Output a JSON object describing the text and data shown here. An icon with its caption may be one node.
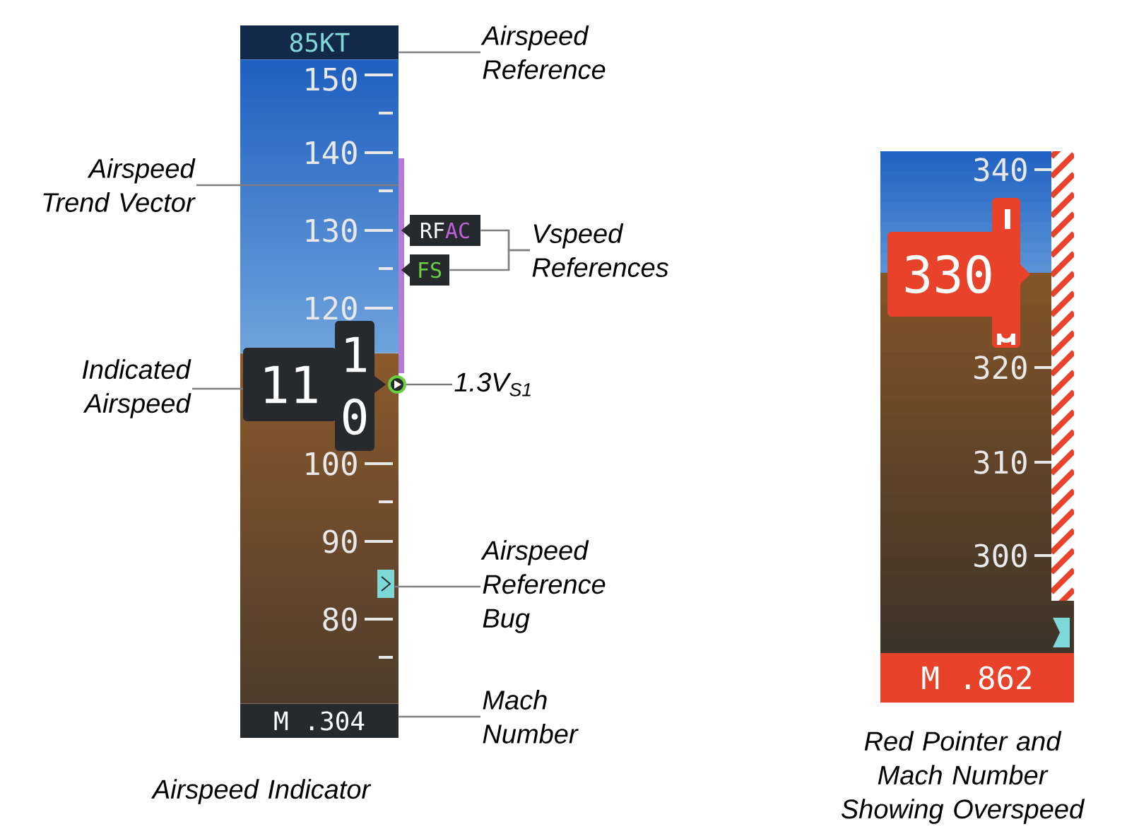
{
  "diagram": {
    "nodes": [
      {
        "text": [
          "Airspeed Reference"
        ]
      },
      {
        "text": [
          "85KT"
        ]
      },
      {
        "text": [
          "Airspeed Trend Vector"
        ]
      },
      {
        "text": [],
        "shape": "bar"
      },
      {
        "text": [
          "Vspeed References"
        ]
      },
      {
        "text": [
          "RF",
          "AC"
        ]
      },
      {
        "text": [
          "FS"
        ]
      },
      {
        "text": [
          "Indicated Airspeed"
        ]
      },
      {
        "text": [
          "11",
          "1",
          "0"
        ]
      },
      {
        "text": [
          "1.3V$_{S1}$"
        ]
      },
      {
        "text": [],
        "shape": "circle"
      },
      {
        "text": [
          "Airspeed Reference Bug"
        ]
      },
      {
        "text": [],
        "shape": "box"
      },
      {
        "text": [
          "Mach Number"
        ]
      },
      {
        "text": [
          "M .304"
        ]
      },
      {
        "text": [
          "330"
        ]
      },
      {
        "text": [
          "M .862"
        ]
      }
    ],
    "edges": [
      {
        "from": 0,
        "to": 1,
        "arrow": "none"
      },
      {
        "from": 2,
        "to": 3,
        "arrow": "none"
      },
      {
        "from": 4,
        "to": 5,
        "arrow": "none"
      },
      {
        "from": 4,
        "to": 6,
        "arrow": "none"
      },
      {
        "from": 7,
        "to": 8,
        "arrow": "none"
      },
      {
        "from": 9,
        "to": 10,
        "arrow": "none"
      },
      {
        "from": 11,
        "to": 12,
        "arrow": "none"
      },
      {
        "from": 13,
        "to": 14,
        "arrow": "none"
      }
    ],
    "labels": [
      "150",
      "140",
      "130",
      "120",
      "100",
      "90",
      "80",
      "340",
      "320",
      "310",
      "300",
      "Airspeed Indicator",
      "Red Pointer and Mach Number Showing Overspeed"
    ]
  }
}
